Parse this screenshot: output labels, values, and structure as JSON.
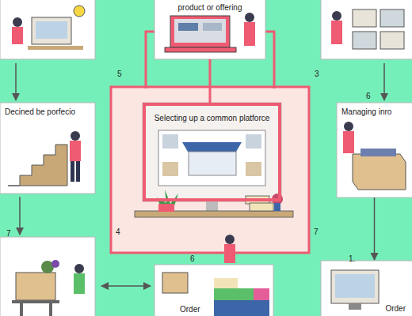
{
  "diagram": {
    "nodes": [
      {
        "text": [
          "product or offering"
        ]
      },
      {
        "text": [
          "Decined be porfecio"
        ]
      },
      {
        "text": [
          "Selecting up a common platforce"
        ]
      },
      {
        "text": [
          "Managing inro"
        ]
      },
      {
        "text": [
          "Order"
        ]
      },
      {
        "text": [
          "Order"
        ]
      }
    ],
    "edges": [
      {
        "from": 0,
        "to": 2,
        "arrow": "none"
      },
      {
        "from": 3,
        "to": 5,
        "arrow": "to"
      }
    ],
    "labels": [
      "5",
      "3",
      "6",
      "7",
      "4",
      "7",
      "6",
      "1."
    ]
  }
}
